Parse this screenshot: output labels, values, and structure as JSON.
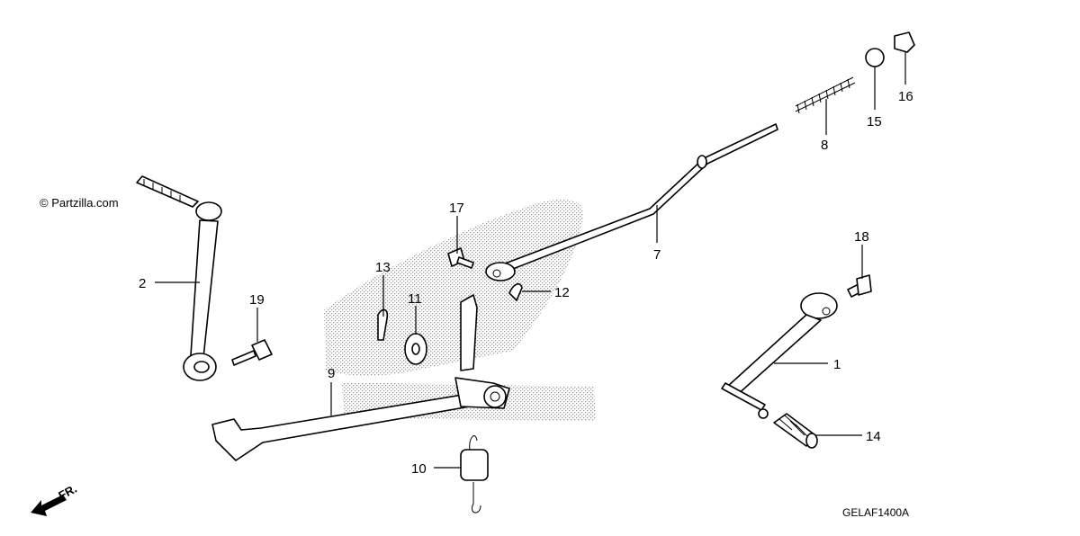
{
  "watermark": "© Partzilla.com",
  "diagram_code": "GELAF1400A",
  "front_indicator": "FR.",
  "callouts": {
    "c1": "1",
    "c2": "2",
    "c7": "7",
    "c8": "8",
    "c9": "9",
    "c10": "10",
    "c11": "11",
    "c12": "12",
    "c13": "13",
    "c14": "14",
    "c15": "15",
    "c16": "16",
    "c17": "17",
    "c18": "18",
    "c19": "19"
  }
}
